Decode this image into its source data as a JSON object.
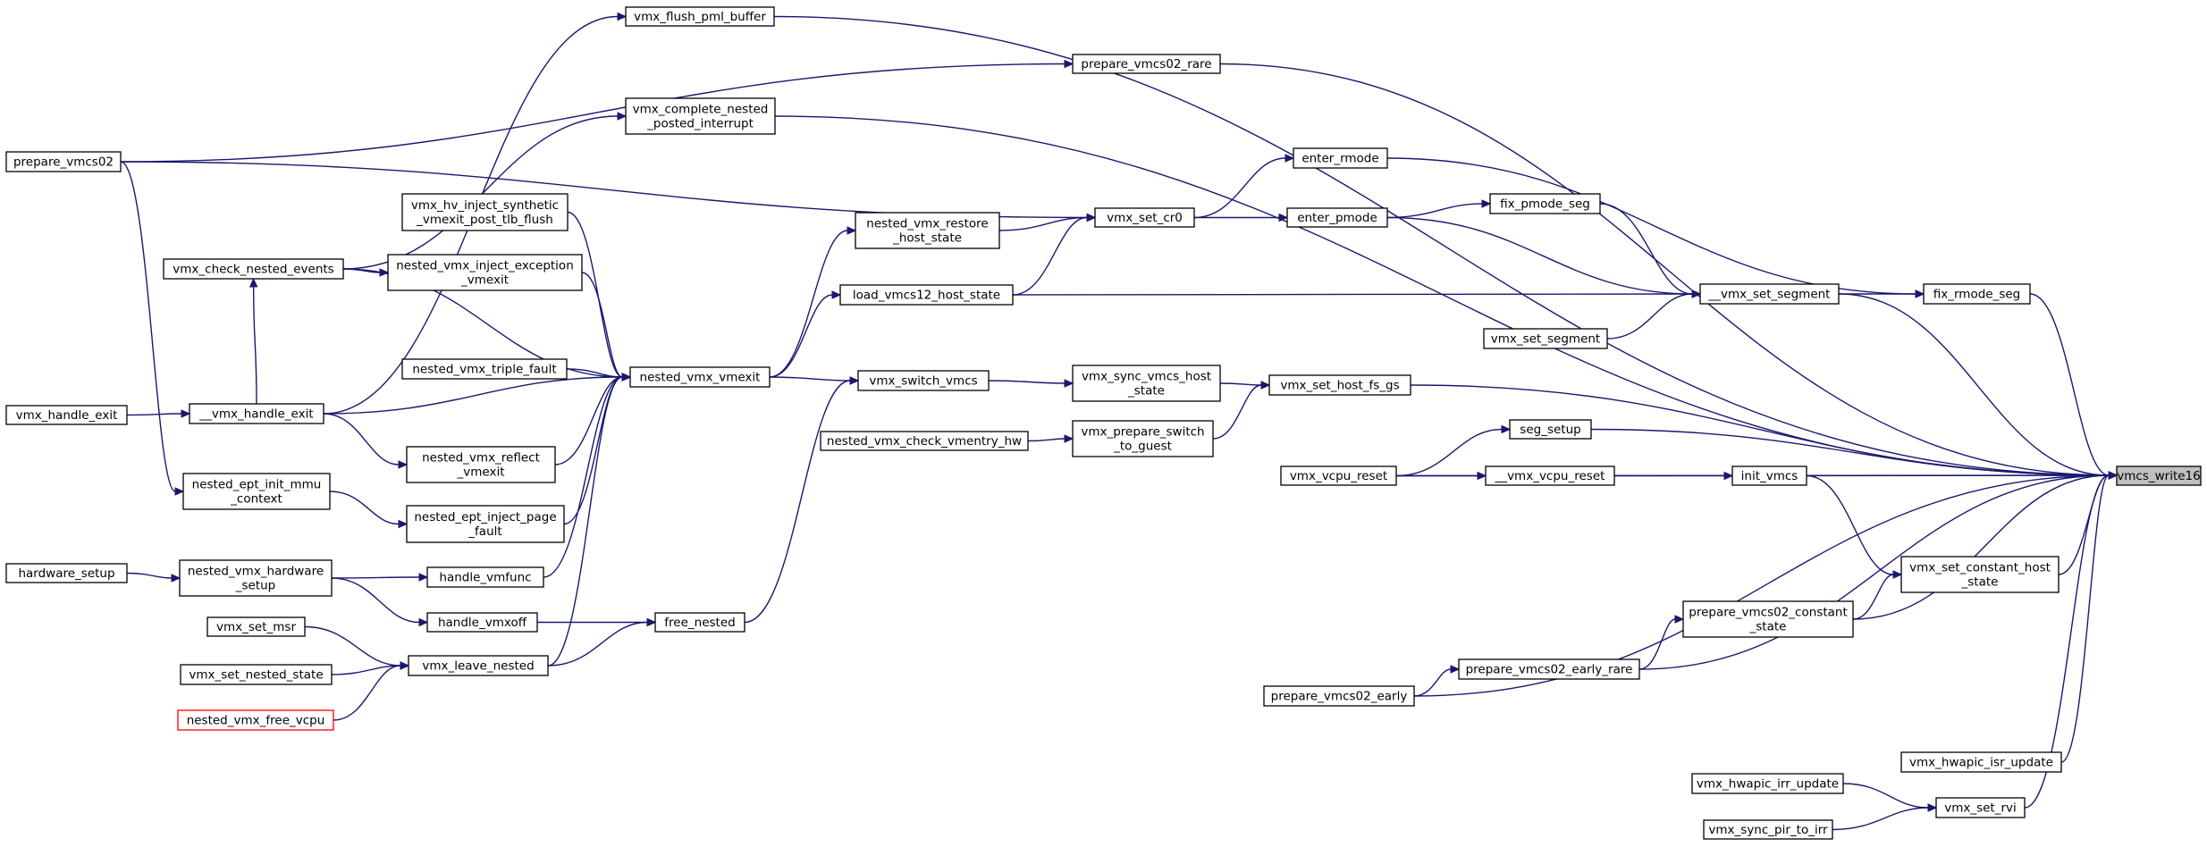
{
  "nodes": [
    {
      "id": "vmcs_write16",
      "lines": [
        "vmcs_write16"
      ],
      "style": "gray"
    },
    {
      "id": "vmx_flush_pml_buffer",
      "lines": [
        "vmx_flush_pml_buffer"
      ]
    },
    {
      "id": "prepare_vmcs02_rare",
      "lines": [
        "prepare_vmcs02_rare"
      ]
    },
    {
      "id": "vmx_complete_nested_posted_interrupt",
      "lines": [
        "vmx_complete_nested",
        "_posted_interrupt"
      ]
    },
    {
      "id": "prepare_vmcs02",
      "lines": [
        "prepare_vmcs02"
      ]
    },
    {
      "id": "enter_rmode",
      "lines": [
        "enter_rmode"
      ]
    },
    {
      "id": "vmx_set_cr0",
      "lines": [
        "vmx_set_cr0"
      ]
    },
    {
      "id": "enter_pmode",
      "lines": [
        "enter_pmode"
      ]
    },
    {
      "id": "fix_pmode_seg",
      "lines": [
        "fix_pmode_seg"
      ]
    },
    {
      "id": "nested_vmx_restore_host_state",
      "lines": [
        "nested_vmx_restore",
        "_host_state"
      ]
    },
    {
      "id": "vmx_hv_inject_synthetic_vmexit_post_tlb_flush",
      "lines": [
        "vmx_hv_inject_synthetic",
        "_vmexit_post_tlb_flush"
      ]
    },
    {
      "id": "vmx_check_nested_events",
      "lines": [
        "vmx_check_nested_events"
      ]
    },
    {
      "id": "nested_vmx_inject_exception_vmexit",
      "lines": [
        "nested_vmx_inject_exception",
        "_vmexit"
      ]
    },
    {
      "id": "load_vmcs12_host_state",
      "lines": [
        "load_vmcs12_host_state"
      ]
    },
    {
      "id": "__vmx_set_segment",
      "lines": [
        "__vmx_set_segment"
      ]
    },
    {
      "id": "fix_rmode_seg",
      "lines": [
        "fix_rmode_seg"
      ]
    },
    {
      "id": "vmx_set_segment",
      "lines": [
        "vmx_set_segment"
      ]
    },
    {
      "id": "nested_vmx_triple_fault",
      "lines": [
        "nested_vmx_triple_fault"
      ]
    },
    {
      "id": "nested_vmx_vmexit",
      "lines": [
        "nested_vmx_vmexit"
      ]
    },
    {
      "id": "vmx_switch_vmcs",
      "lines": [
        "vmx_switch_vmcs"
      ]
    },
    {
      "id": "vmx_sync_vmcs_host_state",
      "lines": [
        "vmx_sync_vmcs_host",
        "_state"
      ]
    },
    {
      "id": "vmx_set_host_fs_gs",
      "lines": [
        "vmx_set_host_fs_gs"
      ]
    },
    {
      "id": "vmx_handle_exit",
      "lines": [
        "vmx_handle_exit"
      ]
    },
    {
      "id": "__vmx_handle_exit",
      "lines": [
        "__vmx_handle_exit"
      ]
    },
    {
      "id": "seg_setup",
      "lines": [
        "seg_setup"
      ]
    },
    {
      "id": "nested_vmx_check_vmentry_hw",
      "lines": [
        "nested_vmx_check_vmentry_hw"
      ]
    },
    {
      "id": "vmx_prepare_switch_to_guest",
      "lines": [
        "vmx_prepare_switch",
        "_to_guest"
      ]
    },
    {
      "id": "nested_vmx_reflect_vmexit",
      "lines": [
        "nested_vmx_reflect",
        "_vmexit"
      ]
    },
    {
      "id": "vmx_vcpu_reset",
      "lines": [
        "vmx_vcpu_reset"
      ]
    },
    {
      "id": "__vmx_vcpu_reset",
      "lines": [
        "__vmx_vcpu_reset"
      ]
    },
    {
      "id": "init_vmcs",
      "lines": [
        "init_vmcs"
      ]
    },
    {
      "id": "nested_ept_init_mmu_context",
      "lines": [
        "nested_ept_init_mmu",
        "_context"
      ]
    },
    {
      "id": "nested_ept_inject_page_fault",
      "lines": [
        "nested_ept_inject_page",
        "_fault"
      ]
    },
    {
      "id": "hardware_setup",
      "lines": [
        "hardware_setup"
      ]
    },
    {
      "id": "nested_vmx_hardware_setup",
      "lines": [
        "nested_vmx_hardware",
        "_setup"
      ]
    },
    {
      "id": "handle_vmfunc",
      "lines": [
        "handle_vmfunc"
      ]
    },
    {
      "id": "vmx_set_constant_host_state",
      "lines": [
        "vmx_set_constant_host",
        "_state"
      ]
    },
    {
      "id": "handle_vmxoff",
      "lines": [
        "handle_vmxoff"
      ]
    },
    {
      "id": "free_nested",
      "lines": [
        "free_nested"
      ]
    },
    {
      "id": "prepare_vmcs02_constant_state",
      "lines": [
        "prepare_vmcs02_constant",
        "_state"
      ]
    },
    {
      "id": "vmx_set_msr",
      "lines": [
        "vmx_set_msr"
      ]
    },
    {
      "id": "vmx_set_nested_state",
      "lines": [
        "vmx_set_nested_state"
      ]
    },
    {
      "id": "vmx_leave_nested",
      "lines": [
        "vmx_leave_nested"
      ]
    },
    {
      "id": "prepare_vmcs02_early_rare",
      "lines": [
        "prepare_vmcs02_early_rare"
      ]
    },
    {
      "id": "prepare_vmcs02_early",
      "lines": [
        "prepare_vmcs02_early"
      ]
    },
    {
      "id": "nested_vmx_free_vcpu",
      "lines": [
        "nested_vmx_free_vcpu"
      ],
      "style": "red"
    },
    {
      "id": "vmx_hwapic_isr_update",
      "lines": [
        "vmx_hwapic_isr_update"
      ]
    },
    {
      "id": "vmx_hwapic_irr_update",
      "lines": [
        "vmx_hwapic_irr_update"
      ]
    },
    {
      "id": "vmx_set_rvi",
      "lines": [
        "vmx_set_rvi"
      ]
    },
    {
      "id": "vmx_sync_pir_to_irr",
      "lines": [
        "vmx_sync_pir_to_irr"
      ]
    }
  ],
  "edges": [
    [
      "vmx_flush_pml_buffer",
      "vmcs_write16"
    ],
    [
      "prepare_vmcs02_rare",
      "vmcs_write16"
    ],
    [
      "vmx_complete_nested_posted_interrupt",
      "vmcs_write16"
    ],
    [
      "enter_rmode",
      "fix_rmode_seg"
    ],
    [
      "fix_rmode_seg",
      "vmcs_write16"
    ],
    [
      "__vmx_set_segment",
      "vmcs_write16"
    ],
    [
      "vmx_set_host_fs_gs",
      "vmcs_write16"
    ],
    [
      "seg_setup",
      "vmcs_write16"
    ],
    [
      "init_vmcs",
      "vmcs_write16"
    ],
    [
      "vmx_vcpu_reset",
      "vmcs_write16"
    ],
    [
      "vmx_set_constant_host_state",
      "vmcs_write16"
    ],
    [
      "prepare_vmcs02_constant_state",
      "vmcs_write16"
    ],
    [
      "prepare_vmcs02_early_rare",
      "vmcs_write16"
    ],
    [
      "prepare_vmcs02_early",
      "vmcs_write16"
    ],
    [
      "vmx_hwapic_isr_update",
      "vmcs_write16"
    ],
    [
      "vmx_set_rvi",
      "vmcs_write16"
    ],
    [
      "prepare_vmcs02",
      "prepare_vmcs02_rare"
    ],
    [
      "__vmx_handle_exit",
      "vmx_flush_pml_buffer"
    ],
    [
      "vmx_check_nested_events",
      "vmx_complete_nested_posted_interrupt"
    ],
    [
      "prepare_vmcs02",
      "vmx_set_cr0"
    ],
    [
      "nested_vmx_restore_host_state",
      "vmx_set_cr0"
    ],
    [
      "load_vmcs12_host_state",
      "vmx_set_cr0"
    ],
    [
      "vmx_set_cr0",
      "enter_rmode"
    ],
    [
      "vmx_set_cr0",
      "enter_pmode"
    ],
    [
      "enter_pmode",
      "fix_pmode_seg"
    ],
    [
      "enter_pmode",
      "__vmx_set_segment"
    ],
    [
      "fix_pmode_seg",
      "__vmx_set_segment"
    ],
    [
      "load_vmcs12_host_state",
      "__vmx_set_segment"
    ],
    [
      "vmx_set_segment",
      "__vmx_set_segment"
    ],
    [
      "__vmx_set_segment",
      "fix_rmode_seg"
    ],
    [
      "nested_vmx_vmexit",
      "nested_vmx_restore_host_state"
    ],
    [
      "nested_vmx_vmexit",
      "load_vmcs12_host_state"
    ],
    [
      "nested_vmx_vmexit",
      "vmx_switch_vmcs"
    ],
    [
      "vmx_switch_vmcs",
      "vmx_sync_vmcs_host_state"
    ],
    [
      "vmx_sync_vmcs_host_state",
      "vmx_set_host_fs_gs"
    ],
    [
      "vmx_prepare_switch_to_guest",
      "vmx_set_host_fs_gs"
    ],
    [
      "nested_vmx_check_vmentry_hw",
      "vmx_prepare_switch_to_guest"
    ],
    [
      "free_nested",
      "vmx_switch_vmcs"
    ],
    [
      "vmx_hv_inject_synthetic_vmexit_post_tlb_flush",
      "nested_vmx_vmexit"
    ],
    [
      "vmx_check_nested_events",
      "nested_vmx_inject_exception_vmexit"
    ],
    [
      "vmx_check_nested_events",
      "nested_vmx_vmexit"
    ],
    [
      "nested_vmx_inject_exception_vmexit",
      "nested_vmx_vmexit"
    ],
    [
      "nested_vmx_triple_fault",
      "nested_vmx_vmexit"
    ],
    [
      "__vmx_handle_exit",
      "nested_vmx_vmexit"
    ],
    [
      "__vmx_handle_exit",
      "nested_vmx_reflect_vmexit"
    ],
    [
      "nested_vmx_reflect_vmexit",
      "nested_vmx_vmexit"
    ],
    [
      "nested_ept_inject_page_fault",
      "nested_vmx_vmexit"
    ],
    [
      "handle_vmfunc",
      "nested_vmx_vmexit"
    ],
    [
      "vmx_leave_nested",
      "nested_vmx_vmexit"
    ],
    [
      "vmx_handle_exit",
      "__vmx_handle_exit"
    ],
    [
      "__vmx_handle_exit",
      "vmx_check_nested_events"
    ],
    [
      "prepare_vmcs02",
      "nested_ept_init_mmu_context"
    ],
    [
      "nested_ept_init_mmu_context",
      "nested_ept_inject_page_fault"
    ],
    [
      "hardware_setup",
      "nested_vmx_hardware_setup"
    ],
    [
      "nested_vmx_hardware_setup",
      "handle_vmfunc"
    ],
    [
      "nested_vmx_hardware_setup",
      "handle_vmxoff"
    ],
    [
      "handle_vmxoff",
      "free_nested"
    ],
    [
      "vmx_leave_nested",
      "free_nested"
    ],
    [
      "vmx_set_msr",
      "vmx_leave_nested"
    ],
    [
      "vmx_set_nested_state",
      "vmx_leave_nested"
    ],
    [
      "nested_vmx_free_vcpu",
      "vmx_leave_nested"
    ],
    [
      "vmx_vcpu_reset",
      "seg_setup"
    ],
    [
      "vmx_vcpu_reset",
      "__vmx_vcpu_reset"
    ],
    [
      "__vmx_vcpu_reset",
      "init_vmcs"
    ],
    [
      "init_vmcs",
      "vmx_set_constant_host_state"
    ],
    [
      "prepare_vmcs02_constant_state",
      "vmx_set_constant_host_state"
    ],
    [
      "prepare_vmcs02_early_rare",
      "prepare_vmcs02_constant_state"
    ],
    [
      "prepare_vmcs02_early",
      "prepare_vmcs02_early_rare"
    ],
    [
      "vmx_hwapic_irr_update",
      "vmx_set_rvi"
    ],
    [
      "vmx_sync_pir_to_irr",
      "vmx_set_rvi"
    ]
  ]
}
